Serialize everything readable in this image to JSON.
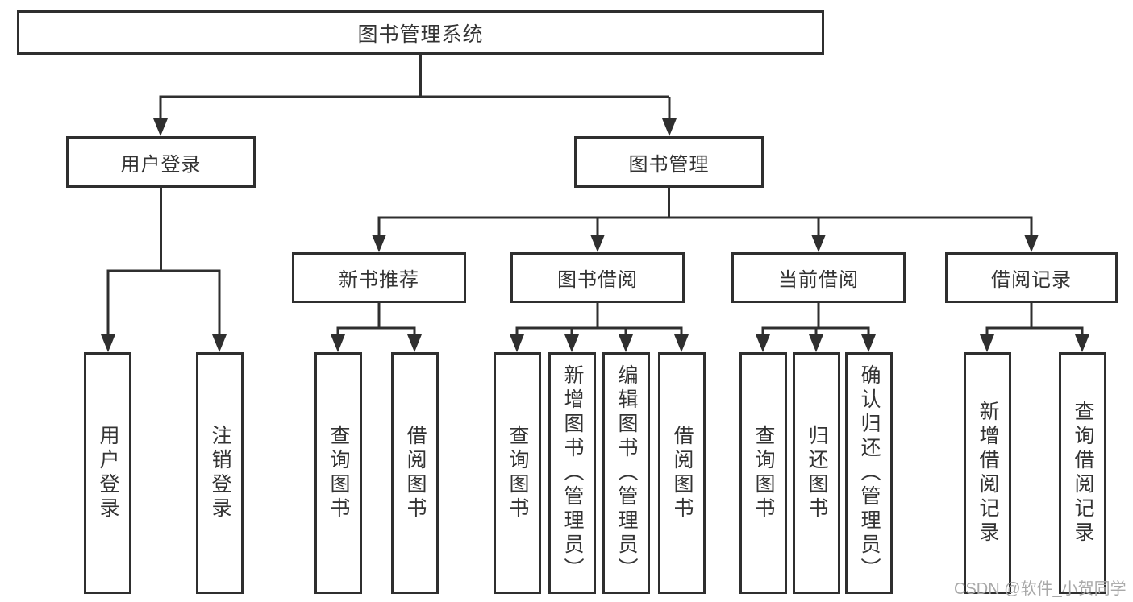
{
  "colors": {
    "line": "#2f2f2f",
    "text": "#333333",
    "box_background": "#ffffff",
    "watermark_text": "#a8a8a8"
  },
  "watermark": "CSDN @软件_小贺同学",
  "tree": {
    "label": "图书管理系统",
    "children": [
      {
        "label": "用户登录",
        "children": [
          {
            "label": "用户登录"
          },
          {
            "label": "注销登录"
          }
        ]
      },
      {
        "label": "图书管理",
        "children": [
          {
            "label": "新书推荐",
            "children": [
              {
                "label": "查询图书"
              },
              {
                "label": "借阅图书"
              }
            ]
          },
          {
            "label": "图书借阅",
            "children": [
              {
                "label": "查询图书"
              },
              {
                "label": "新增图书（管理员）"
              },
              {
                "label": "编辑图书（管理员）"
              },
              {
                "label": "借阅图书"
              }
            ]
          },
          {
            "label": "当前借阅",
            "children": [
              {
                "label": "查询图书"
              },
              {
                "label": "归还图书"
              },
              {
                "label": "确认归还（管理员）"
              }
            ]
          },
          {
            "label": "借阅记录",
            "children": [
              {
                "label": "新增借阅记录"
              },
              {
                "label": "查询借阅记录"
              }
            ]
          }
        ]
      }
    ]
  }
}
